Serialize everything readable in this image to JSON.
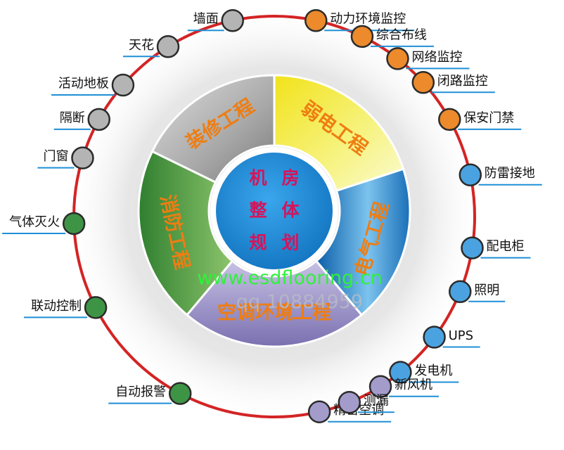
{
  "center": {
    "lines": [
      [
        "机",
        "房"
      ],
      [
        "整",
        "体"
      ],
      [
        "规",
        "划"
      ]
    ]
  },
  "segments": [
    {
      "id": "decoration",
      "label": "装修工程",
      "color": "#a0a0a0"
    },
    {
      "id": "weak-current",
      "label": "弱电工程",
      "color": "#f4ee2a"
    },
    {
      "id": "electrical",
      "label": "电气工程",
      "color": "#1f7fc4"
    },
    {
      "id": "hvac",
      "label": "空调环境工程",
      "color": "#9b93c4"
    },
    {
      "id": "fire",
      "label": "消防工程",
      "color": "#4f9a3f"
    }
  ],
  "ring_items": [
    {
      "label": "墙面",
      "group": "decoration"
    },
    {
      "label": "动力环境监控",
      "group": "weak-current"
    },
    {
      "label": "天花",
      "group": "decoration"
    },
    {
      "label": "综合布线",
      "group": "weak-current"
    },
    {
      "label": "活动地板",
      "group": "decoration"
    },
    {
      "label": "网络监控",
      "group": "weak-current"
    },
    {
      "label": "隔断",
      "group": "decoration"
    },
    {
      "label": "闭路监控",
      "group": "weak-current"
    },
    {
      "label": "门窗",
      "group": "decoration"
    },
    {
      "label": "保安门禁",
      "group": "weak-current"
    },
    {
      "label": "气体灭火",
      "group": "fire"
    },
    {
      "label": "防雷接地",
      "group": "electrical"
    },
    {
      "label": "联动控制",
      "group": "fire"
    },
    {
      "label": "配电柜",
      "group": "electrical"
    },
    {
      "label": "照明",
      "group": "electrical"
    },
    {
      "label": "自动报警",
      "group": "fire"
    },
    {
      "label": "UPS",
      "group": "electrical"
    },
    {
      "label": "精密空调",
      "group": "hvac"
    },
    {
      "label": "发电机",
      "group": "electrical"
    },
    {
      "label": "新风机",
      "group": "hvac"
    },
    {
      "label": "测漏",
      "group": "hvac"
    }
  ],
  "group_colors": {
    "decoration": "#b4b4b4",
    "weak-current": "#ec8a2c",
    "electrical": "#4aa3e0",
    "fire": "#3e9445",
    "hvac": "#a39ccb"
  },
  "colors": {
    "ring": "#d42424",
    "underline": "#1e8fd6",
    "hub": "#1e8fd6",
    "hub_text": "#d6145a",
    "segment_text": "#ee7d12"
  },
  "watermark": {
    "url": "www.esdflooring.cn",
    "qq": "qq 10884959"
  }
}
